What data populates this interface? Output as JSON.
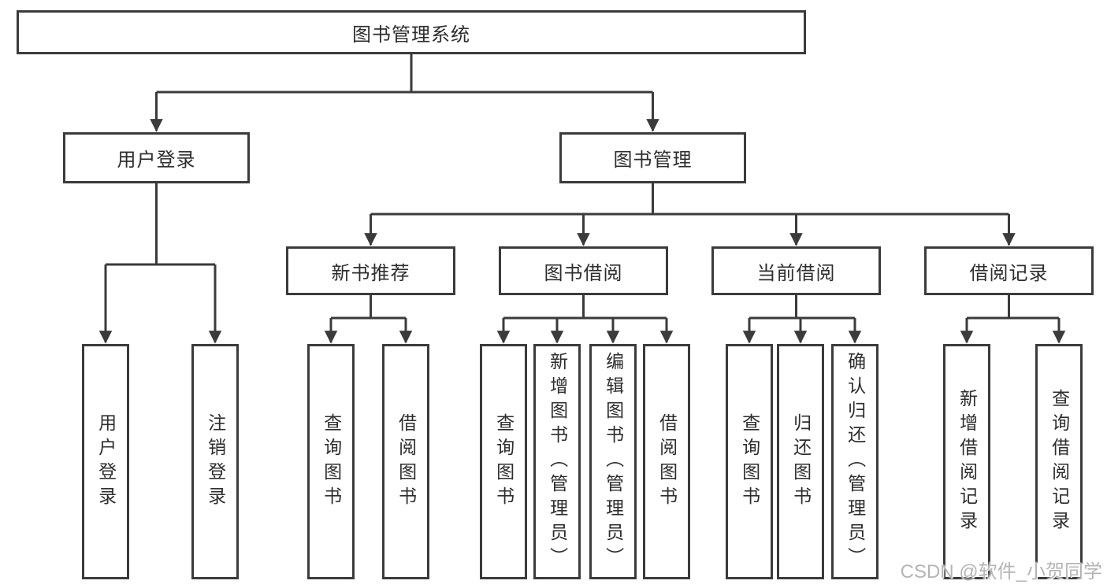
{
  "tree": {
    "label": "图书管理系统",
    "children": [
      {
        "label": "用户登录",
        "children": [
          {
            "label": "用户登录"
          },
          {
            "label": "注销登录"
          }
        ]
      },
      {
        "label": "图书管理",
        "children": [
          {
            "label": "新书推荐",
            "children": [
              {
                "label": "查询图书"
              },
              {
                "label": "借阅图书"
              }
            ]
          },
          {
            "label": "图书借阅",
            "children": [
              {
                "label": "查询图书"
              },
              {
                "label": "新增图书（管理员）"
              },
              {
                "label": "编辑图书（管理员）"
              },
              {
                "label": "借阅图书"
              }
            ]
          },
          {
            "label": "当前借阅",
            "children": [
              {
                "label": "查询图书"
              },
              {
                "label": "归还图书"
              },
              {
                "label": "确认归还（管理员）"
              }
            ]
          },
          {
            "label": "借阅记录",
            "children": [
              {
                "label": "新增借阅记录"
              },
              {
                "label": "查询借阅记录"
              }
            ]
          }
        ]
      }
    ]
  },
  "watermark": "CSDN @软件_小贺同学",
  "colors": {
    "line": "#3b3b3b",
    "text": "#2d2d2d",
    "watermark": "#b5b5b5",
    "background": "#ffffff"
  }
}
